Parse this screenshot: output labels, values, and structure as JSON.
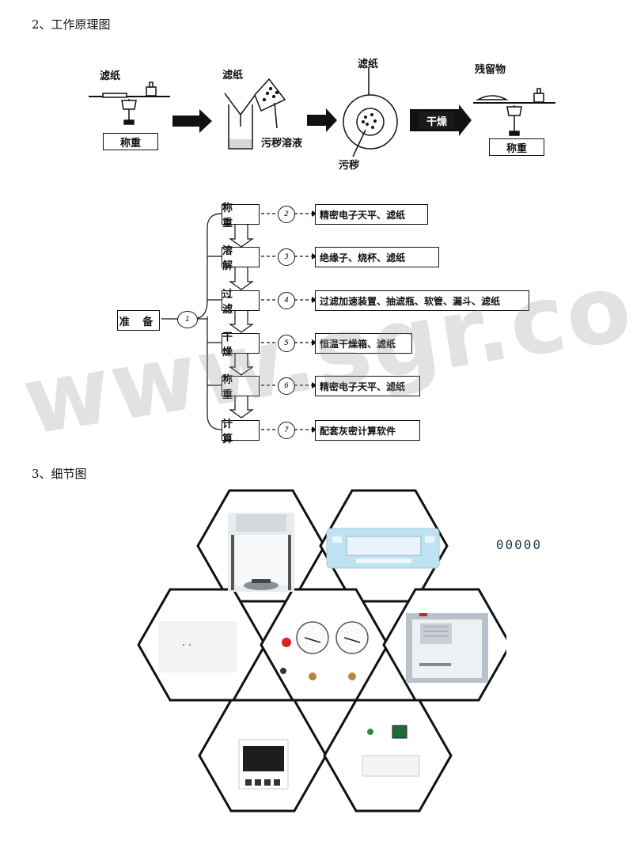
{
  "section2": {
    "title": "2、工作原理图",
    "diagram": {
      "filter_paper_1": "滤纸",
      "weigh_1": "称重",
      "filter_paper_2": "滤纸",
      "sludge_solution": "污秽溶液",
      "filter_paper_3": "滤纸",
      "sludge": "污秽",
      "dry": "干燥",
      "residue": "残留物",
      "weigh_2": "称重"
    }
  },
  "flowchart": {
    "prepare": "准 备",
    "prepare_num": "1",
    "steps": [
      {
        "label": "称 重",
        "num": "2",
        "tools": "精密电子天平、滤纸"
      },
      {
        "label": "溶 解",
        "num": "3",
        "tools": "绝缘子、烧杯、滤纸"
      },
      {
        "label": "过 滤",
        "num": "4",
        "tools": "过滤加速装置、抽滤瓶、软管、漏斗、滤纸"
      },
      {
        "label": "干 燥",
        "num": "5",
        "tools": "恒温干燥箱、滤纸"
      },
      {
        "label": "称 重",
        "num": "6",
        "tools": "精密电子天平、滤纸"
      },
      {
        "label": "计 算",
        "num": "7",
        "tools": "配套灰密计算软件"
      }
    ]
  },
  "section3": {
    "title": "3、细节图",
    "display_reading": "00000"
  },
  "watermark": "www.sgr.com.cn",
  "colors": {
    "display_blue": "#bfe3f2",
    "hex_border": "#111111"
  }
}
